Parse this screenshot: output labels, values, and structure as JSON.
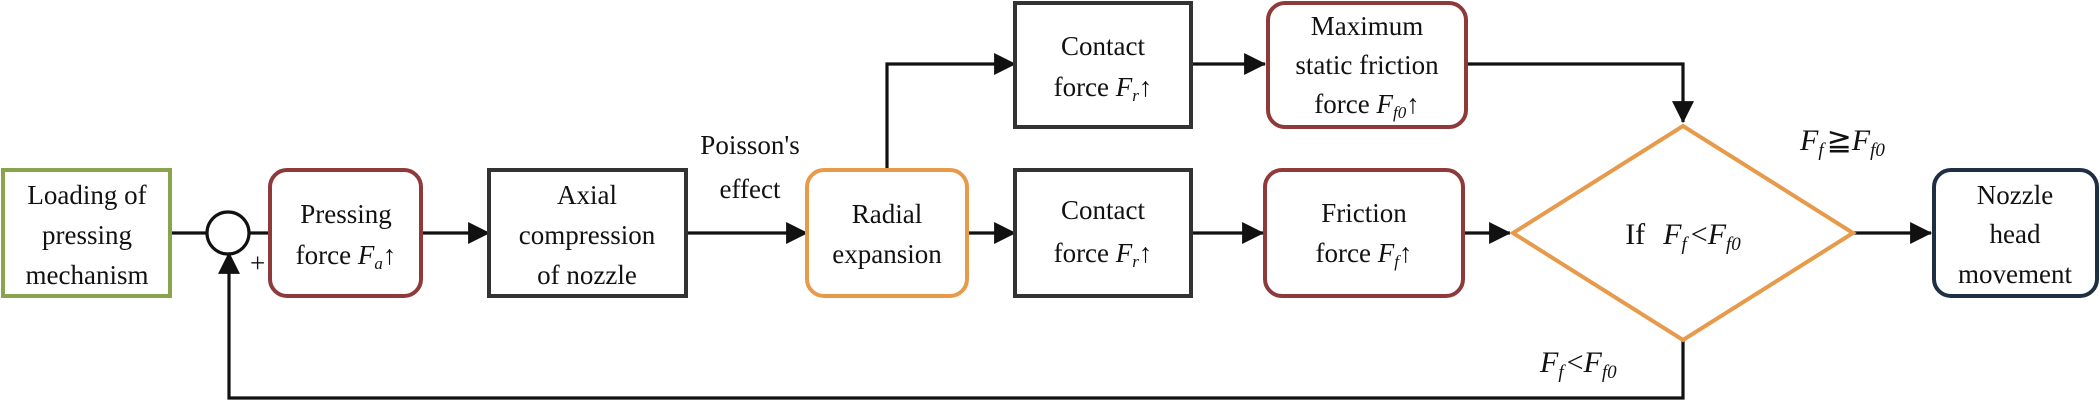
{
  "colors": {
    "green_border": "#8aa44d",
    "red_border": "#8e3a3a",
    "gray_border": "#333333",
    "orange_border": "#e69a4a",
    "navy_border": "#1f2f43",
    "line": "#111111"
  },
  "nodes": {
    "loading": {
      "line1": "Loading of",
      "line2": "pressing",
      "line3": "mechanism"
    },
    "sum": {
      "plus": "+"
    },
    "pressing": {
      "line1": "Pressing",
      "line2_pre": "force ",
      "var": "F",
      "sub": "a",
      "arrow": "↑"
    },
    "axial": {
      "line1": "Axial",
      "line2": "compression",
      "line3": "of nozzle"
    },
    "poisson": {
      "line1": "Poisson's",
      "line2": "effect"
    },
    "radial": {
      "line1": "Radial",
      "line2": "expansion"
    },
    "contact_top": {
      "line1": "Contact",
      "line2_pre": "force ",
      "var": "F",
      "sub": "r",
      "arrow": "↑"
    },
    "max_static": {
      "line1": "Maximum",
      "line2": "static friction",
      "line3_pre": "force ",
      "var": "F",
      "sub": "f0",
      "arrow": "↑"
    },
    "contact_bottom": {
      "line1": "Contact",
      "line2_pre": "force ",
      "var": "F",
      "sub": "r",
      "arrow": "↑"
    },
    "friction": {
      "line1": "Friction",
      "line2_pre": "force ",
      "var": "F",
      "sub": "f",
      "arrow": "↑"
    },
    "decision": {
      "if": "If",
      "lhs": "F",
      "lhs_sub": "f",
      "op": "<",
      "rhs": "F",
      "rhs_sub": "f0"
    },
    "nozzle": {
      "line1": "Nozzle",
      "line2": "head",
      "line3": "movement"
    }
  },
  "conditions": {
    "ge": {
      "lhs": "F",
      "lhs_sub": "f",
      "op": "≧",
      "rhs": "F",
      "rhs_sub": "f0"
    },
    "lt": {
      "lhs": "F",
      "lhs_sub": "f",
      "op": "<",
      "rhs": "F",
      "rhs_sub": "f0"
    }
  }
}
